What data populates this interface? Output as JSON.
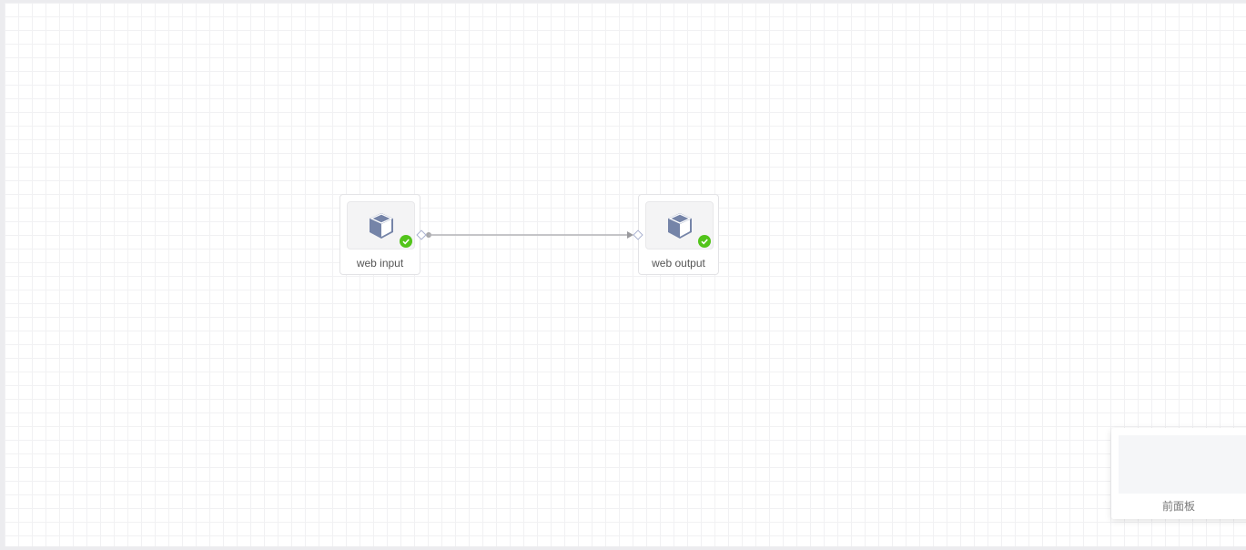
{
  "nodes": [
    {
      "label": "web input",
      "icon": "cube-icon",
      "status": "success"
    },
    {
      "label": "web output",
      "icon": "cube-icon",
      "status": "success"
    }
  ],
  "panel": {
    "title": "前面板"
  },
  "colors": {
    "success": "#52c41a",
    "icon": "#7584a8",
    "edge": "#b0b0b4"
  }
}
